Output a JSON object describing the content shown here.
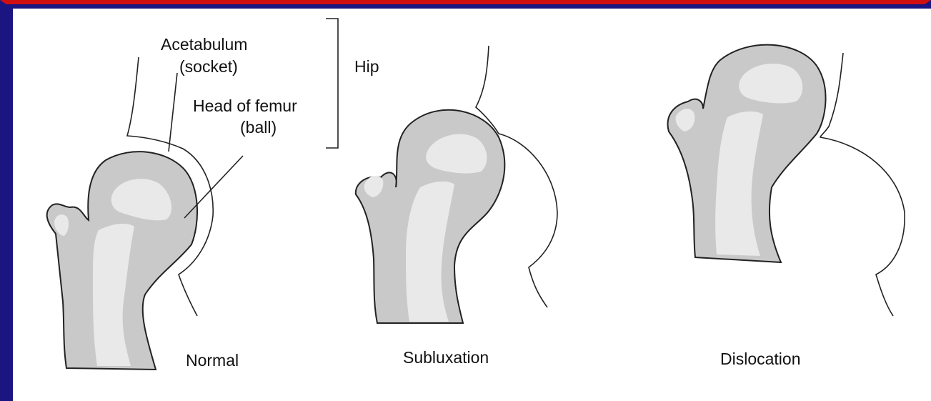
{
  "labels": {
    "acetabulum": "Acetabulum",
    "socket": "(socket)",
    "head_of_femur": "Head of femur",
    "ball": "(ball)",
    "hip": "Hip"
  },
  "panels": [
    {
      "caption": "Normal"
    },
    {
      "caption": "Subluxation"
    },
    {
      "caption": "Dislocation"
    }
  ],
  "colors": {
    "frame_top": "#d01010",
    "frame": "#1a1580",
    "bone": "#c9c9c9",
    "bone_inner": "#e9e9e9"
  }
}
